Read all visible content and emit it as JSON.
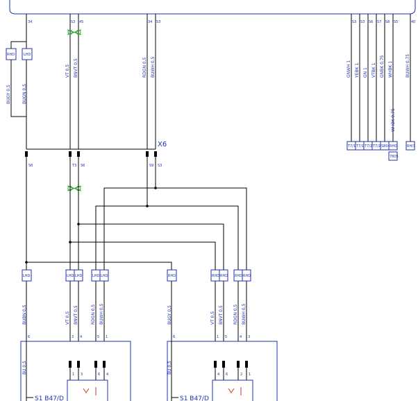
{
  "connector_label": "X6",
  "top_box_pins": [
    "34",
    "S3",
    "45",
    "34",
    "S3",
    "S3",
    "S3",
    "S6",
    "S7",
    "S8",
    "S5",
    "40"
  ],
  "upper_wires": [
    {
      "code": "BUGY 0,5"
    },
    {
      "code": "BUGN 0,5"
    },
    {
      "code": "VT 0,5"
    },
    {
      "code": "BNVT 0,5"
    },
    {
      "code": "RDGN 0,5"
    },
    {
      "code": "BUWH 0,5"
    },
    {
      "code": "GNWH 1"
    },
    {
      "code": "YEBK 1"
    },
    {
      "code": "GN 1"
    },
    {
      "code": "VTBK 1"
    },
    {
      "code": "GNBK 0,75"
    },
    {
      "code": "WHBK 1"
    },
    {
      "code": "WHBK 0,75"
    },
    {
      "code": "BUWH 0,75"
    }
  ],
  "upper_boxes": [
    "RHD",
    "LHD"
  ],
  "right_connectors": [
    "T7/10",
    "T7/16",
    "T7/2",
    "T7/23",
    "S804",
    "RHD",
    "RH/1",
    "7805"
  ],
  "x6_pins": [
    "S6",
    "T3",
    "S6",
    "S9",
    "S3"
  ],
  "lower_boxes": [
    "LHD",
    "LHD",
    "LHD",
    "LHD",
    "LHD",
    "RHD",
    "RHD",
    "RHD",
    "RHD",
    "RHD"
  ],
  "lower_wires": [
    {
      "code": "BUBN 0,5"
    },
    {
      "code": "VT 0,5"
    },
    {
      "code": "BNVT 0,5"
    },
    {
      "code": "RDGN 0,5"
    },
    {
      "code": "BUWH 0,5"
    },
    {
      "code": "BUGY 0,5"
    },
    {
      "code": "VT 0,5"
    },
    {
      "code": "BNVT 0,5"
    },
    {
      "code": "RDGN 0,5"
    },
    {
      "code": "BUWH 0,5"
    }
  ],
  "module_left": {
    "label": "S1 B47/D",
    "wire": "BU 0,5",
    "top_pins": [
      "6",
      "3",
      "4",
      "5",
      "1"
    ],
    "bottom_pins": [
      "1",
      "3",
      "6",
      "4"
    ]
  },
  "module_right": {
    "label": "S1 B47/D",
    "wire": "BU 0,5",
    "top_pins": [
      "6",
      "1",
      "5",
      "4",
      "3"
    ],
    "bottom_pins": [
      "4",
      "6",
      "2",
      "1"
    ]
  },
  "colors": {
    "wire": "#000000",
    "label": "#1f2fb0"
  }
}
